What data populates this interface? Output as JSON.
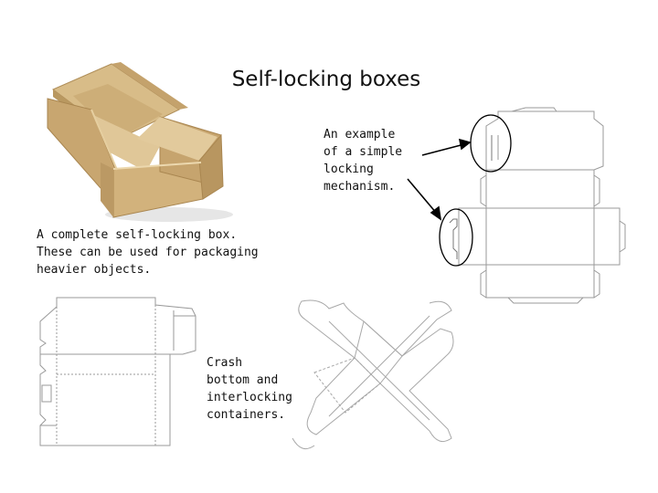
{
  "slide": {
    "title": "Self-locking boxes",
    "captions": {
      "locking_example": "An example\nof a simple\nlocking\nmechanism.",
      "complete_box": "A complete self-locking box.\nThese can be used for packaging\nheavier objects.",
      "crash_bottom": "Crash\nbottom and\ninterlocking\ncontainers."
    }
  },
  "colors": {
    "cardboard_light": "#d9bd8c",
    "cardboard_mid": "#c9a872",
    "cardboard_dark": "#a88752",
    "dieline": "#9a9a9a",
    "annotation": "#000000"
  }
}
